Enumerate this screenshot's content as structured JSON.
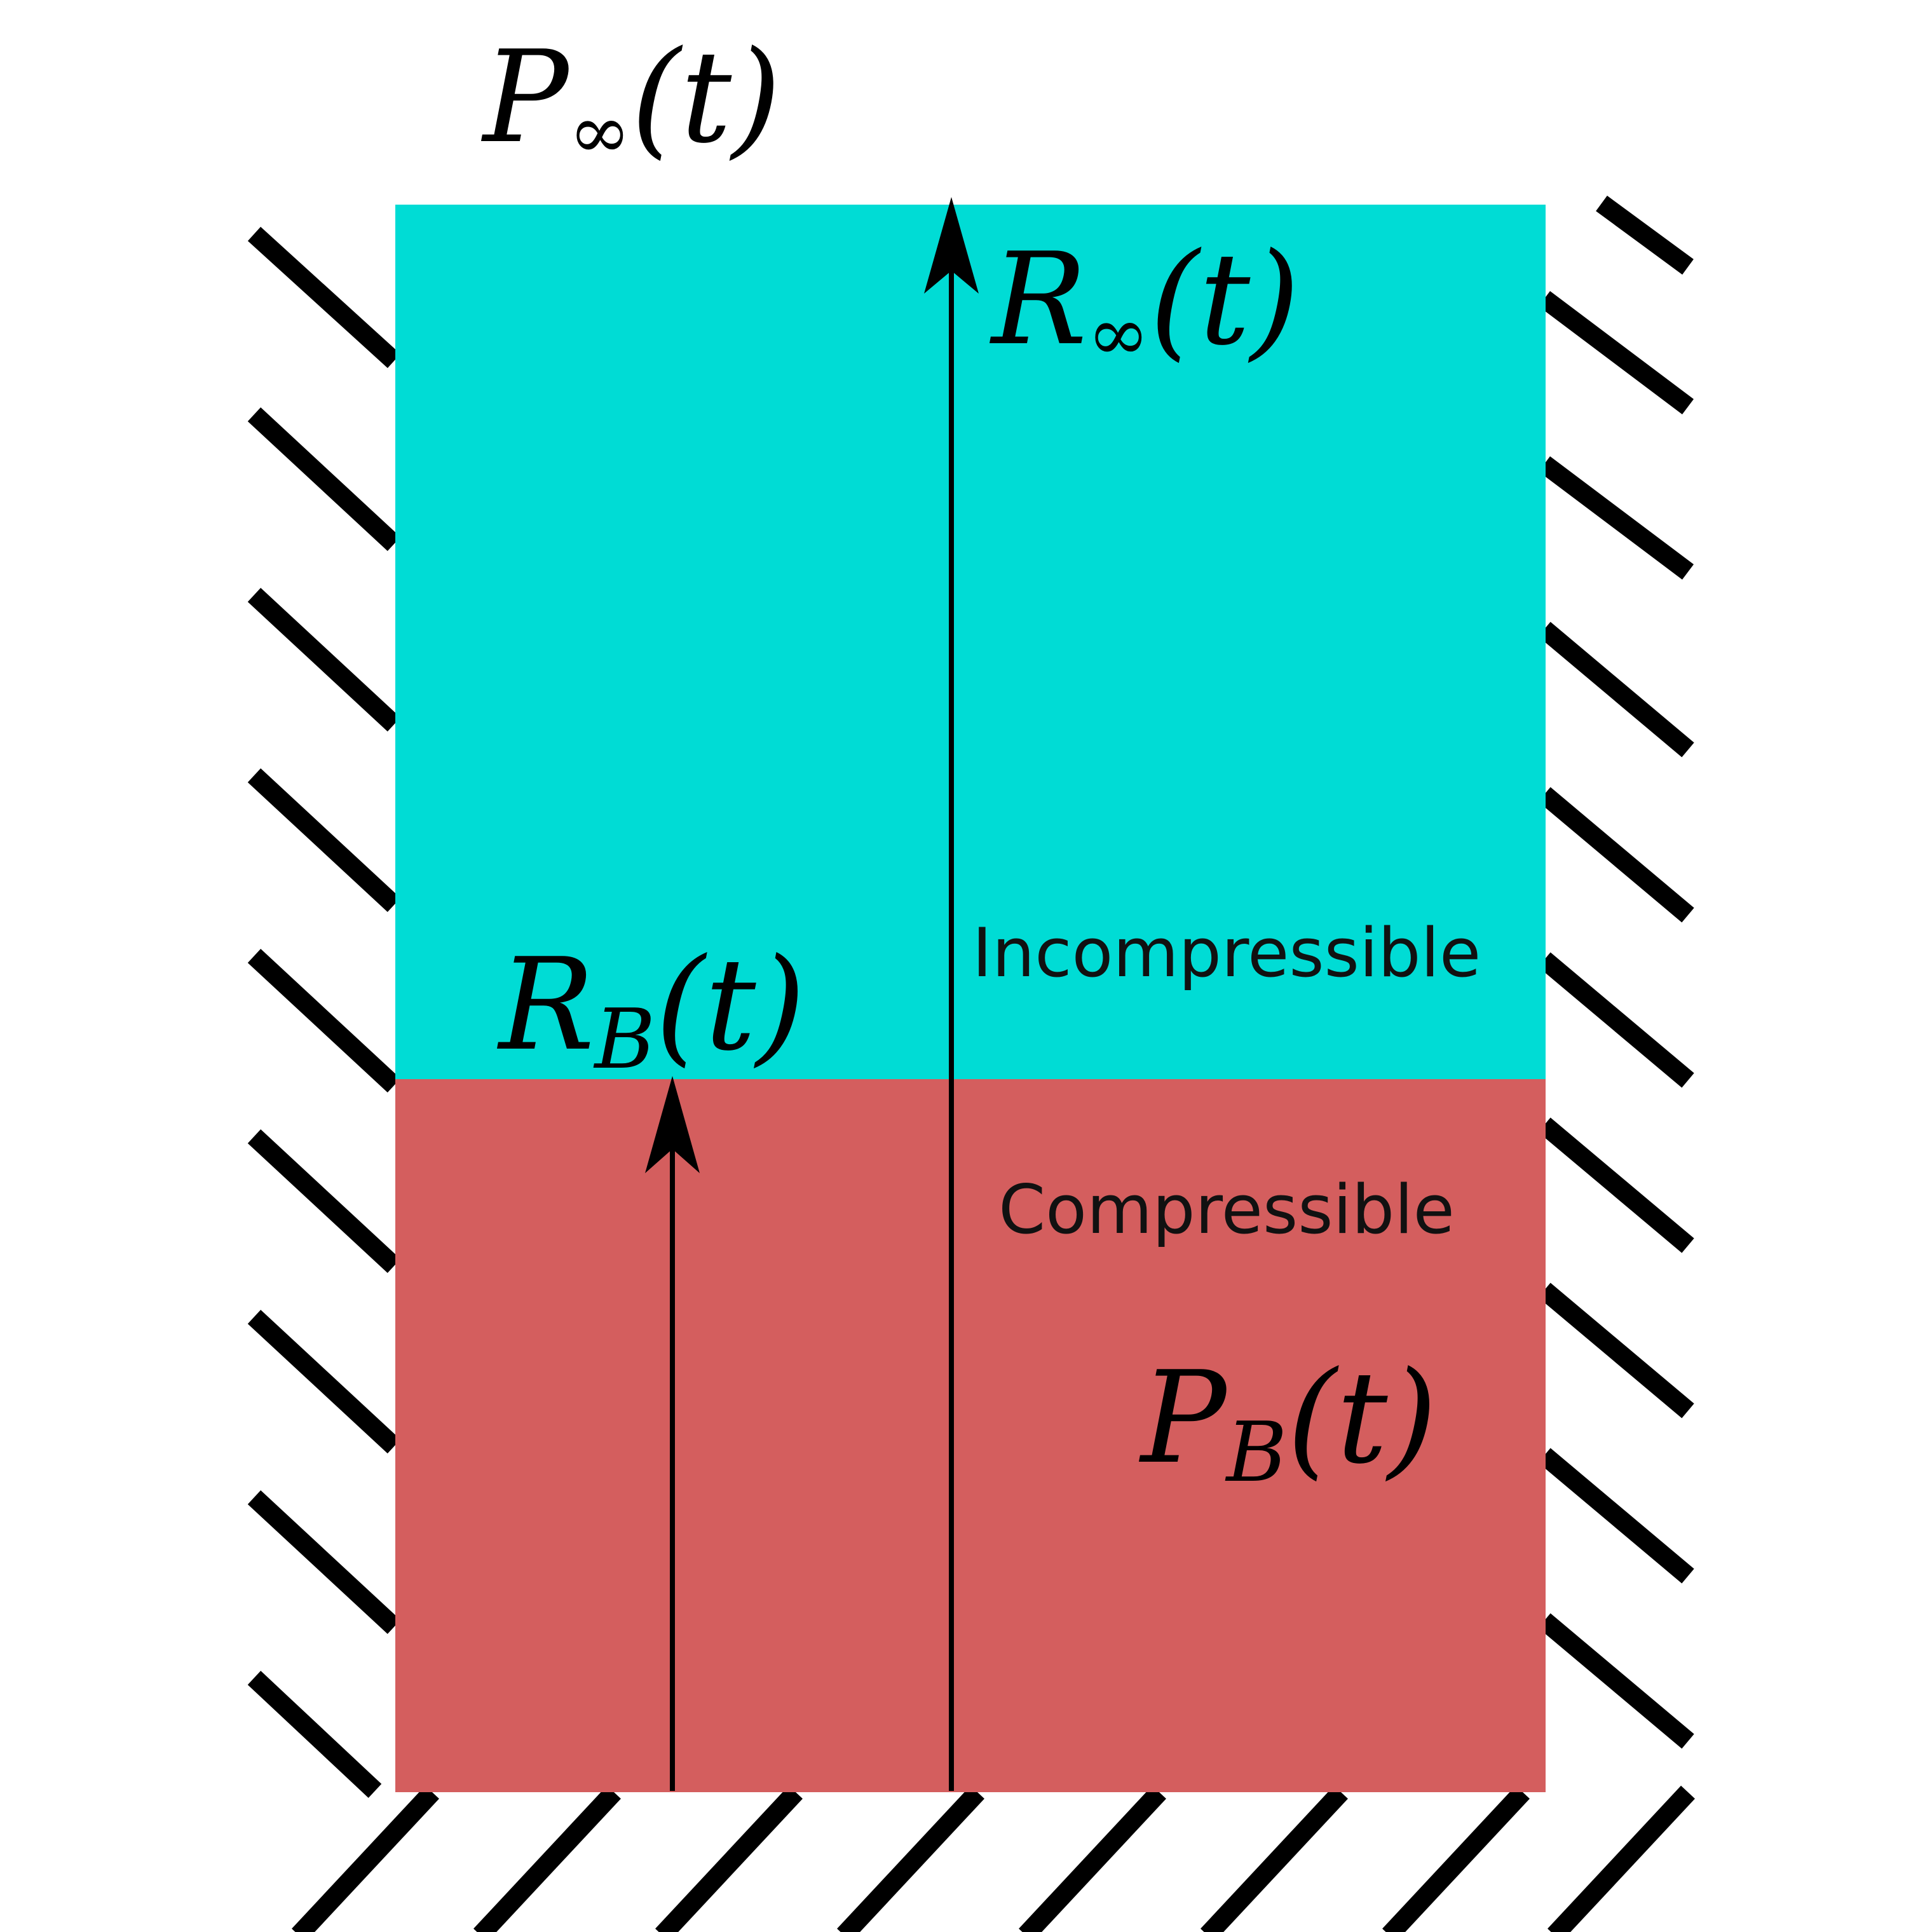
{
  "colors": {
    "incompressible_fill": "#00dcd5",
    "compressible_fill": "#d45e5e",
    "ink": "#000000",
    "background": "#ffffff"
  },
  "labels": {
    "p_inf": {
      "main": "P",
      "sub": "∞",
      "arg": "(t)"
    },
    "r_inf": {
      "main": "R",
      "sub": "∞",
      "arg": "(t)"
    },
    "r_b": {
      "main": "R",
      "sub": "B",
      "arg": "(t)"
    },
    "p_b": {
      "main": "P",
      "sub": "B",
      "arg": "(t)"
    },
    "incompressible": "Incompressible",
    "compressible": "Compressible"
  }
}
